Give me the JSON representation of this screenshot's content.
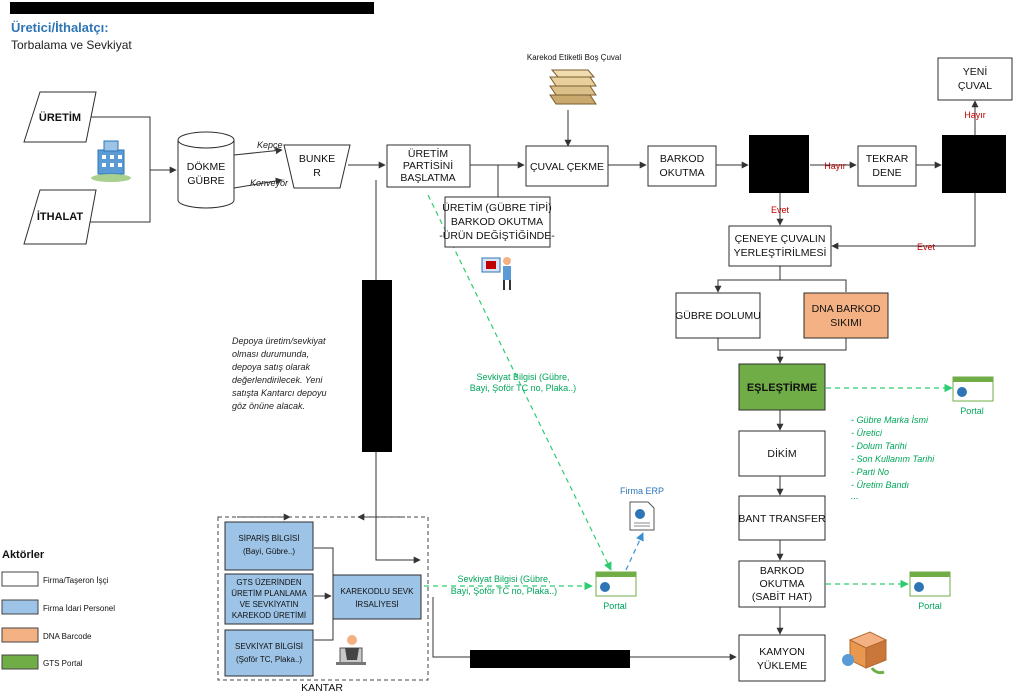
{
  "header": {
    "title": "Üretici/İthalatçı:",
    "subtitle": "Torbalama ve Sevkiyat"
  },
  "nodes": {
    "uretim": "ÜRETİM",
    "ithalat": "İTHALAT",
    "dokme": [
      "DÖKME",
      "GÜBRE"
    ],
    "bunker": [
      "BUNKE",
      "R"
    ],
    "kepce": "Kepçe",
    "konveyor": "Konveyör",
    "uretim_partisi": [
      "ÜRETİM",
      "PARTİSİNİ",
      "BAŞLATMA"
    ],
    "karekod_etiketli": "Karekod Etiketli Boş Çuval",
    "cuval_cekme": "ÇUVAL ÇEKME",
    "barkod_okutma": [
      "BARKOD",
      "OKUTMA"
    ],
    "tekrar_dene": [
      "TEKRAR",
      "DENE"
    ],
    "yeni_cuval": [
      "YENİ",
      "ÇUVAL"
    ],
    "hayir1": "Hayır",
    "hayir2": "Hayır",
    "evet1": "Evet",
    "evet2": "Evet",
    "uretim_gubre_tipi": [
      "ÜRETİM (GÜBRE TİPİ)",
      "BARKOD OKUTMA",
      "-ÜRÜN DEĞİŞTİĞİNDE-"
    ],
    "ceneye": [
      "ÇENEYE ÇUVALIN",
      "YERLEŞTİRİLMESİ"
    ],
    "gubre_dolumu": "GÜBRE DOLUMU",
    "dna_barkod": [
      "DNA BARKOD",
      "SIKIMI"
    ],
    "eslestirme": "EŞLEŞTİRME",
    "dikim": "DİKİM",
    "bant_transfer": "BANT TRANSFER",
    "barkod_sabit": [
      "BARKOD",
      "OKUTMA",
      "(SABİT HAT)"
    ],
    "kamyon": [
      "KAMYON",
      "YÜKLEME"
    ],
    "depoya_note": [
      "Depoya üretim/sevkiyat",
      "olması durumunda,",
      "depoya satış olarak",
      "değerlendirilecek. Yeni",
      "satışta Kantarcı depoyu",
      "göz önüne alacak."
    ],
    "sevkiyat_bilgisi_1": [
      "Sevkiyat Bilgisi (Gübre,",
      "Bayi, Şoför TC no, Plaka..)"
    ],
    "sevkiyat_bilgisi_2": [
      "Sevkiyat Bilgisi (Gübre,",
      "Bayi, Şoför TC no, Plaka..)"
    ],
    "portal": "Portal",
    "firma_erp": "Firma ERP",
    "eslestirme_fields": [
      "- Gübre Marka İsmi",
      "- Üretici",
      "- Dolum Tarihi",
      "- Son Kullanım Tarihi",
      "- Parti No",
      "- Üretim Bandı",
      "..."
    ],
    "siparis": [
      "SİPARİŞ BİLGİSİ",
      "(Bayi, Gübre..)"
    ],
    "gts": [
      "GTS ÜZERİNDEN",
      "ÜRETİM PLANLAMA",
      "VE SEVKİYATIN",
      "KAREKOD ÜRETİMİ"
    ],
    "sevkiyat_bilgisi_box": [
      "SEVKİYAT BİLGİSİ",
      "(Şoför TC, Plaka..)"
    ],
    "karekodlu": [
      "KAREKODLU SEVK",
      "İRSALİYESİ"
    ],
    "kantar": "KANTAR"
  },
  "legend": {
    "title": "Aktörler",
    "items": [
      {
        "label": "Firma/Taşeron İşçi",
        "color": "#ffffff"
      },
      {
        "label": "Firma İdari Personel",
        "color": "#9dc3e6"
      },
      {
        "label": "DNA Barcode",
        "color": "#f4b183"
      },
      {
        "label": "GTS Portal",
        "color": "#70ad47"
      }
    ]
  },
  "colors": {
    "title_blue": "#2e75b6",
    "label_red": "#c00000",
    "info_green": "#00a65a",
    "erp_blue": "#2e75b6"
  }
}
